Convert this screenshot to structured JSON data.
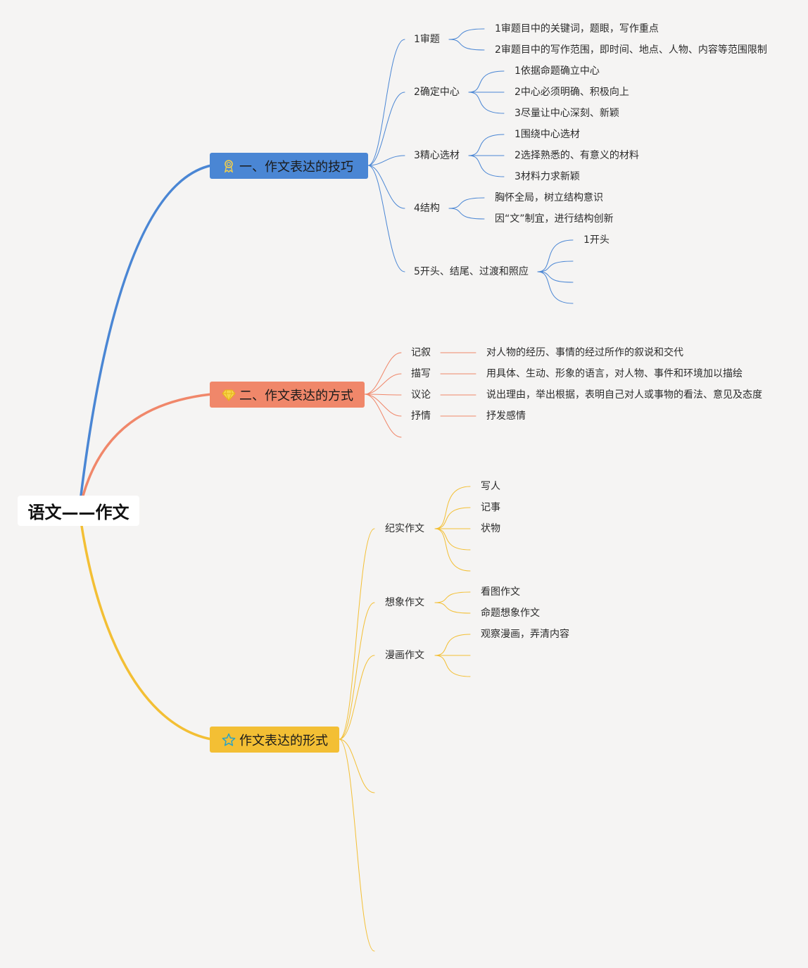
{
  "root": {
    "title": "语文——作文"
  },
  "branch1": {
    "title": "一、作文表达的技巧",
    "icon": "award-icon",
    "color": "#4a86d4",
    "items": [
      {
        "label": "1审题",
        "children": [
          "1审题目中的关键词，题眼，写作重点",
          "2审题目中的写作范围，即时间、地点、人物、内容等范围限制"
        ]
      },
      {
        "label": "2确定中心",
        "children": [
          "1依据命题确立中心",
          "2中心必须明确、积极向上",
          "3尽量让中心深刻、新颖"
        ]
      },
      {
        "label": "3精心选材",
        "children": [
          "1围绕中心选材",
          "2选择熟悉的、有意义的材料",
          "3材料力求新颖"
        ]
      },
      {
        "label": "4结构",
        "children": [
          "胸怀全局，树立结构意识",
          "因“文”制宜，进行结构创新"
        ]
      },
      {
        "label": "5开头、结尾、过渡和照应",
        "children": [
          "1开头",
          "",
          "",
          ""
        ]
      }
    ]
  },
  "branch2": {
    "title": "二、作文表达的方式",
    "icon": "diamond-icon",
    "color": "#f0876a",
    "items": [
      {
        "label": "记叙",
        "desc": "对人物的经历、事情的经过所作的叙说和交代"
      },
      {
        "label": "描写",
        "desc": "用具体、生动、形象的语言，对人物、事件和环境加以描绘"
      },
      {
        "label": "议论",
        "desc": "说出理由，举出根据，表明自己对人或事物的看法、意见及态度"
      },
      {
        "label": "抒情",
        "desc": "抒发感情"
      },
      {
        "label": "",
        "desc": ""
      }
    ]
  },
  "branch3": {
    "title": "作文表达的形式",
    "icon": "star-icon",
    "color": "#f3bf34",
    "items": [
      {
        "label": "纪实作文",
        "children": [
          "写人",
          "记事",
          "状物",
          "",
          ""
        ]
      },
      {
        "label": "想象作文",
        "children": [
          "看图作文",
          "命题想象作文"
        ]
      },
      {
        "label": "漫画作文",
        "children": [
          "观察漫画，弄清内容",
          "",
          ""
        ]
      },
      {
        "label": "",
        "children": []
      },
      {
        "label": "",
        "children": []
      }
    ]
  }
}
